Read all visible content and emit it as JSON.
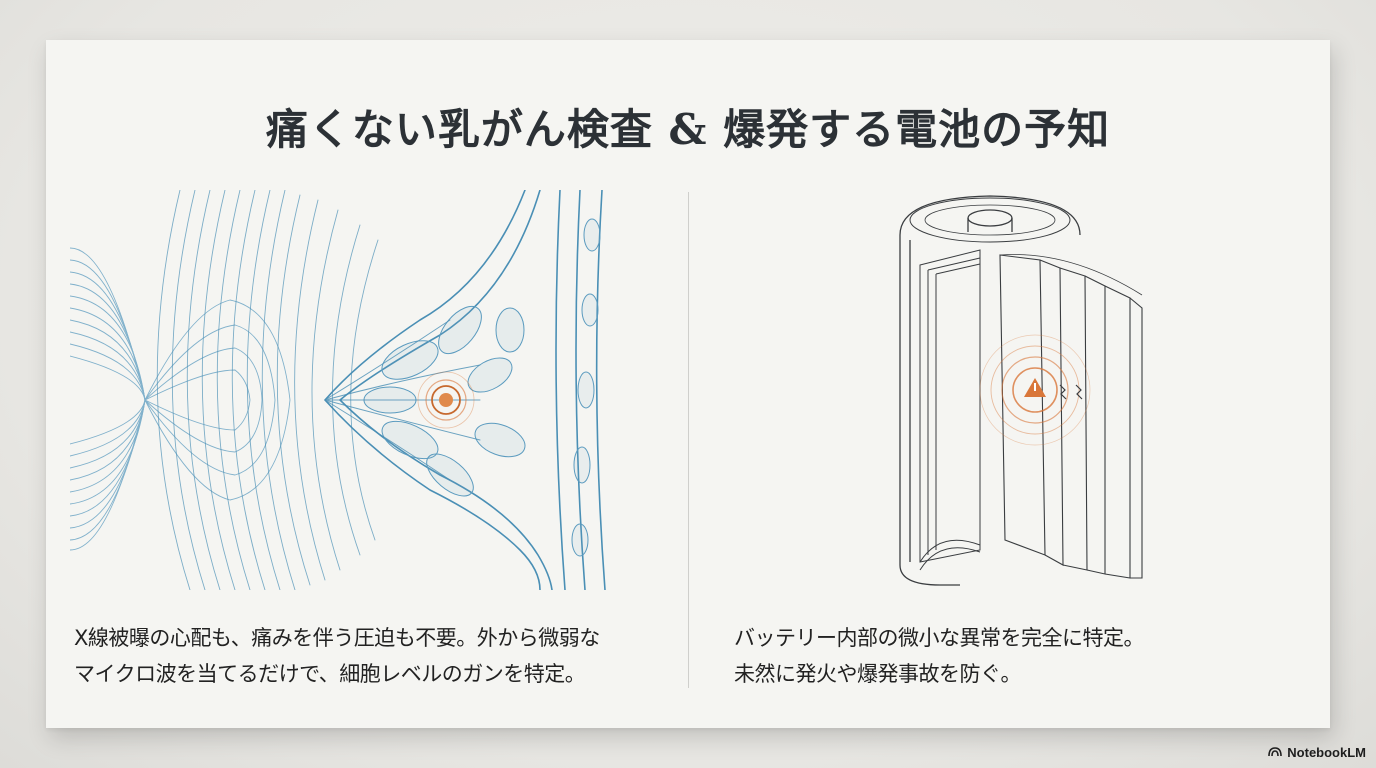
{
  "slide": {
    "title": "痛くない乳がん検査 & 爆発する電池の予知",
    "left_panel": {
      "illustration": "breast-microwave-scan-illustration",
      "caption_lines": [
        "X線被曝の心配も、痛みを伴う圧迫も不要。外から微弱な",
        "マイクロ波を当てるだけで、細胞レベルのガンを特定。"
      ]
    },
    "right_panel": {
      "illustration": "battery-cutaway-warning-illustration",
      "caption_lines": [
        "バッテリー内部の微小な異常を完全に特定。",
        "未然に発火や爆発事故を防ぐ。"
      ]
    }
  },
  "watermark": {
    "icon": "notebooklm-logo-icon",
    "label": "NotebookLM"
  },
  "colors": {
    "title": "#2c3136",
    "line_blue": "#4a8fb5",
    "accent_orange": "#d9773a",
    "slide_bg": "#f5f5f2",
    "page_bg": "#e9e8e4"
  }
}
